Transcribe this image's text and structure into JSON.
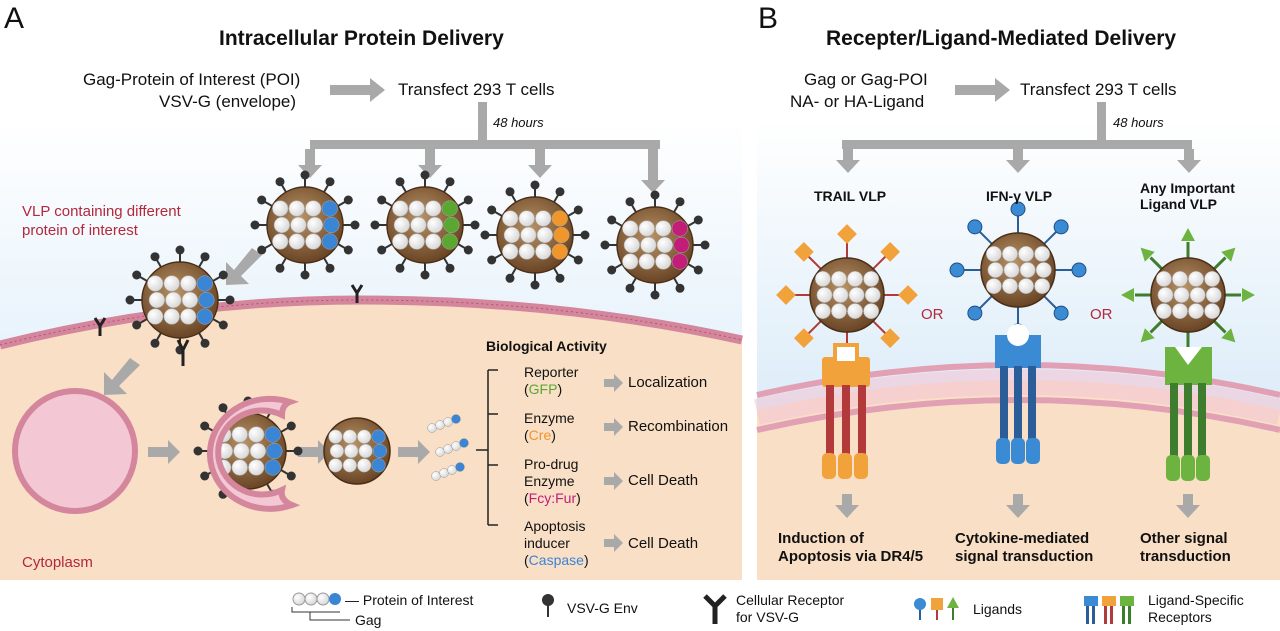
{
  "panel_a": {
    "letter": "A",
    "title": "Intracellular Protein Delivery",
    "inputs": [
      "Gag-Protein of Interest (POI)",
      "VSV-G (envelope)"
    ],
    "transfect": "Transfect 293 T cells",
    "hours": "48  hours",
    "vlp_label": [
      "VLP containing different",
      "protein of interest"
    ],
    "cytoplasm": "Cytoplasm",
    "biological_activity": "Biological Activity",
    "activities": [
      {
        "name": "Reporter",
        "sub": "GFP",
        "color": "#5aa832",
        "result": "Localization"
      },
      {
        "name": "Enzyme",
        "sub": "Cre",
        "color": "#f0962a",
        "result": "Recombination"
      },
      {
        "name": "Pro-drug",
        "name2": "Enzyme",
        "sub": "Fcy:Fur",
        "color": "#c21e79",
        "result": "Cell Death"
      },
      {
        "name": "Apoptosis",
        "name2": "inducer",
        "sub": "Caspase",
        "color": "#3a85d4",
        "result": "Cell Death"
      }
    ]
  },
  "panel_b": {
    "letter": "B",
    "title": "Recepter/Ligand-Mediated Delivery",
    "inputs": [
      "Gag or Gag-POI",
      "NA- or HA-Ligand"
    ],
    "transfect": "Transfect 293 T cells",
    "hours": "48  hours",
    "vlps": [
      "TRAIL VLP",
      "IFN-γ VLP",
      "Any Important",
      "Ligand VLP"
    ],
    "or": "OR",
    "outcomes": [
      [
        "Induction of",
        "Apoptosis via DR4/5"
      ],
      [
        "Cytokine-mediated",
        "signal transduction"
      ],
      [
        "Other signal",
        "transduction"
      ]
    ]
  },
  "legend": {
    "poi": "— Protein of Interest",
    "gag": "Gag",
    "vsvg": "VSV-G Env",
    "receptor": [
      "Cellular Receptor",
      "for VSV-G"
    ],
    "ligands": "Ligands",
    "lsr": [
      "Ligand-Specific",
      "Receptors"
    ]
  },
  "colors": {
    "gfp": "#5aa832",
    "cre": "#f0962a",
    "fcy": "#c21e79",
    "caspase": "#3a85d4",
    "membrane": "#d98aa2",
    "cytoplasm_bg": "#f8dfc5",
    "sky": "#d8ebf8"
  }
}
